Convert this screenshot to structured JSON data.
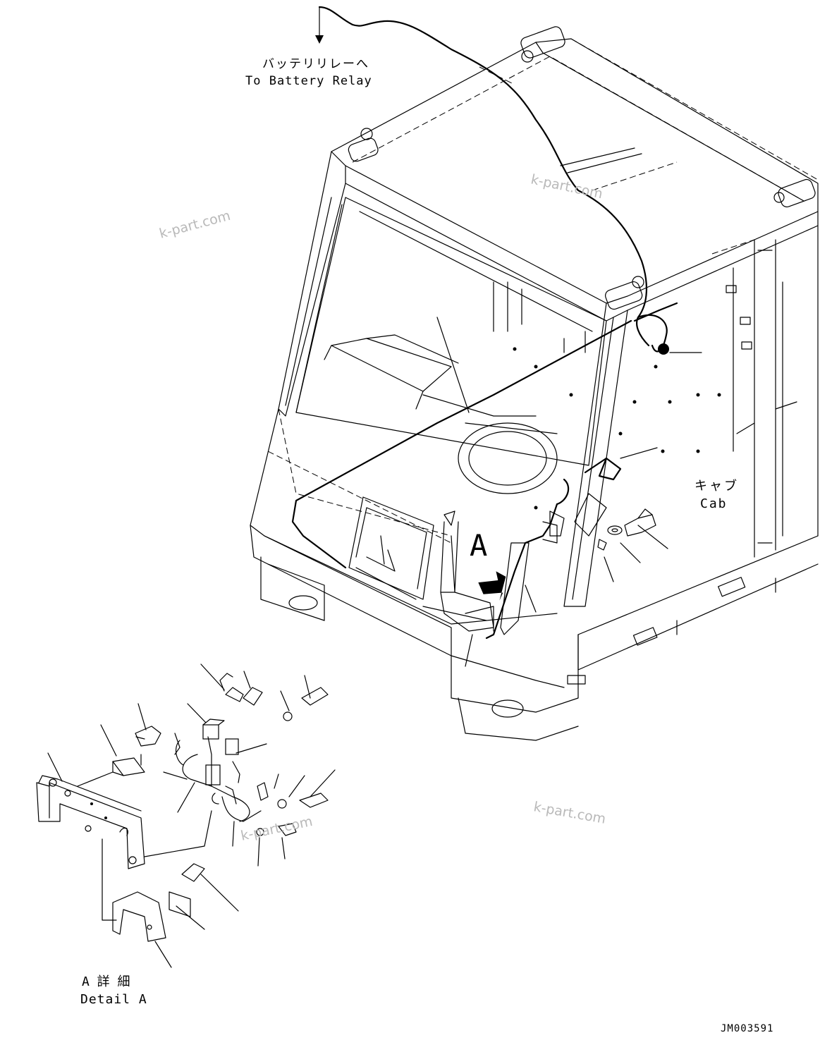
{
  "labels": {
    "battery_relay_jp": "バッテリリレーへ",
    "battery_relay_en": "To Battery Relay",
    "cab_jp": "キャブ",
    "cab_en": "Cab",
    "view_letter": "A",
    "detail_jp": "A 詳 細",
    "detail_en": "Detail A",
    "drawing_number": "JM003591"
  },
  "watermarks": [
    "k-part.com",
    "k-part.com",
    "k-part.com",
    "k-part.com"
  ],
  "colors": {
    "line": "#000000",
    "background": "#ffffff",
    "watermark": "#b9b9b9"
  }
}
